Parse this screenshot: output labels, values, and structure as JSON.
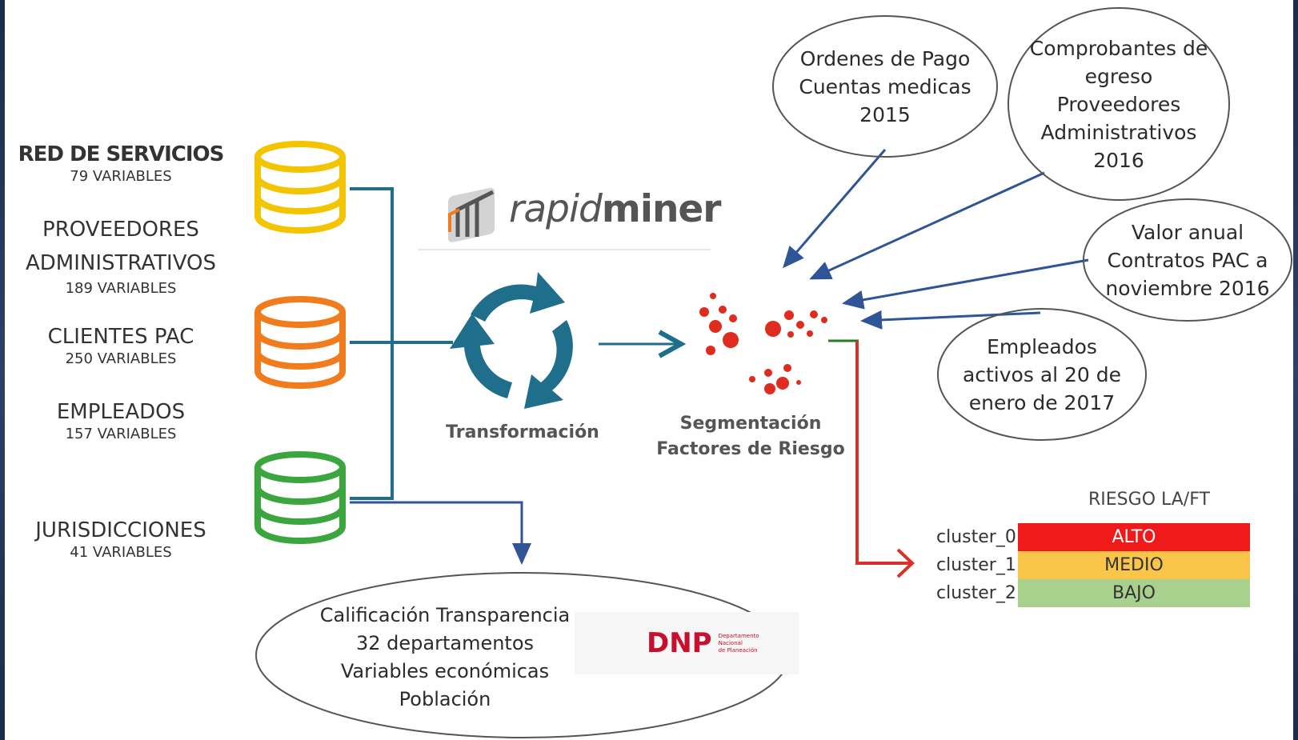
{
  "sources": [
    {
      "title": "RED DE SERVICIOS",
      "variables": "79 VARIABLES"
    },
    {
      "title": "PROVEEDORES\nADMINISTRATIVOS",
      "variables": "189 VARIABLES"
    },
    {
      "title": "CLIENTES PAC",
      "variables": "250 VARIABLES"
    },
    {
      "title": "EMPLEADOS",
      "variables": "157 VARIABLES"
    },
    {
      "title": "JURISDICCIONES",
      "variables": "41 VARIABLES"
    }
  ],
  "cylinder_colors": [
    "#f2c500",
    "#f07c1e",
    "#3aa63d"
  ],
  "rapidminer": {
    "part1": "rapid",
    "part2": "miner"
  },
  "transform_label": "Transformación",
  "segmentation_label": "Segmentación\nFactores de Riesgo",
  "bubbles": [
    "Ordenes de Pago\nCuentas medicas\n2015",
    "Comprobantes de\negreso\nProveedores\nAdministrativos\n2016",
    "Valor anual\nContratos PAC a\nnoviembre  2016",
    "Empleados\nactivos al 20 de\nenero de 2017",
    "Calificación Transparencia\n32 departamentos\nVariables económicas\nPoblación"
  ],
  "dnp": {
    "acronym": "DNP",
    "line1": "Departamento",
    "line2": "Nacional",
    "line3": "de Planeación"
  },
  "risk": {
    "title": "RIESGO LA/FT",
    "rows": [
      {
        "cluster": "cluster_0",
        "level": "ALTO",
        "color": "#f01a1a"
      },
      {
        "cluster": "cluster_1",
        "level": "MEDIO",
        "color": "#f9c64a"
      },
      {
        "cluster": "cluster_2",
        "level": "BAJO",
        "color": "#a9d18e"
      }
    ]
  },
  "colors": {
    "connector": "#1f6e8c",
    "arrow_blue": "#2f5597",
    "arrow_red": "#d9302a",
    "dots": "#e02b1f",
    "edge": "#1c2c4a"
  }
}
